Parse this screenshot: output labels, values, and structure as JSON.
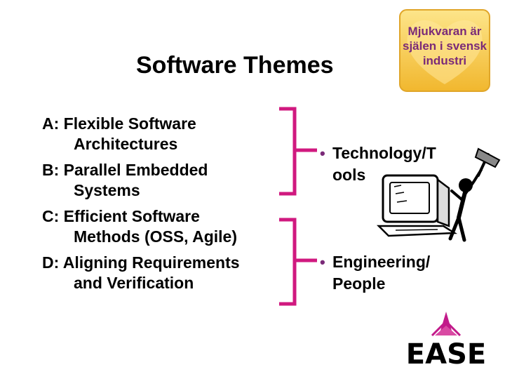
{
  "slide": {
    "title": "Software Themes",
    "badge": {
      "lines": [
        "Mjukvaran är",
        "själen i svensk",
        "industri"
      ]
    },
    "themes": [
      {
        "line1": "A: Flexible Software",
        "line2": "Architectures"
      },
      {
        "line1": "B: Parallel Embedded",
        "line2": "Systems"
      },
      {
        "line1": "C: Efficient Software",
        "line2": "Methods (OSS, Agile)"
      },
      {
        "line1": "D: Aligning Requirements",
        "line2": "and Verification"
      }
    ],
    "categories": [
      {
        "line1": "Technology/T",
        "line2": "ools"
      },
      {
        "line1": "Engineering/",
        "line2": "People"
      }
    ],
    "logo_text": "EASE",
    "colors": {
      "accent": "#c21a8a",
      "bracket": "#d0197f",
      "badge": "#f6c94a",
      "badge_text": "#7a2a78"
    },
    "icons": [
      "heart-badge-icon",
      "computer-hammer-clipart-icon",
      "ease-logo-icon"
    ]
  }
}
